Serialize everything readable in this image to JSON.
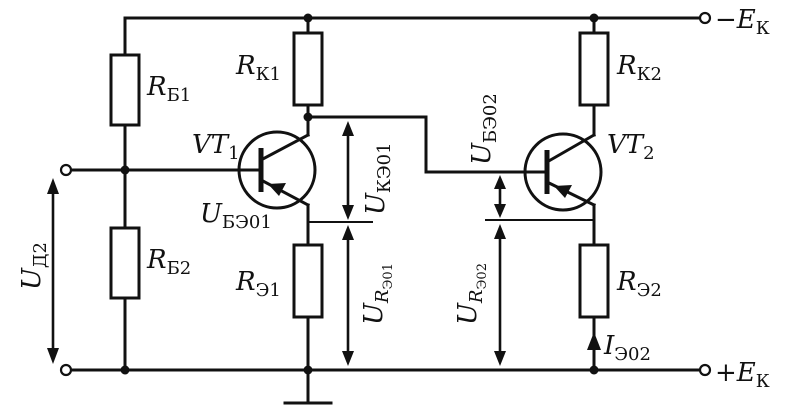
{
  "supply": {
    "neg": {
      "sign": "−",
      "sym": "E",
      "sub": "К"
    },
    "pos": {
      "sign": "+",
      "sym": "E",
      "sub": "К"
    }
  },
  "resistors": {
    "rb1": {
      "sym": "R",
      "sub": "Б1"
    },
    "rb2": {
      "sym": "R",
      "sub": "Б2"
    },
    "rk1": {
      "sym": "R",
      "sub": "К1"
    },
    "re1": {
      "sym": "R",
      "sub": "Э1"
    },
    "rk2": {
      "sym": "R",
      "sub": "К2"
    },
    "re2": {
      "sym": "R",
      "sub": "Э2"
    }
  },
  "transistors": {
    "vt1": {
      "sym": "VT",
      "sub": "1"
    },
    "vt2": {
      "sym": "VT",
      "sub": "2"
    }
  },
  "voltages": {
    "ud2": {
      "sym": "U",
      "sub": "Д2"
    },
    "ube01": {
      "sym": "U",
      "sub": "БЭ01"
    },
    "uke01": {
      "sym": "U",
      "sub": "КЭ01"
    },
    "ure01": {
      "sym": "U",
      "sub": "R",
      "subsub": "Э01"
    },
    "ube02": {
      "sym": "U",
      "sub": "БЭ02"
    },
    "ure02": {
      "sym": "U",
      "sub": "R",
      "subsub": "Э02"
    }
  },
  "currents": {
    "ie02": {
      "sym": "I",
      "sub": "Э02"
    }
  }
}
